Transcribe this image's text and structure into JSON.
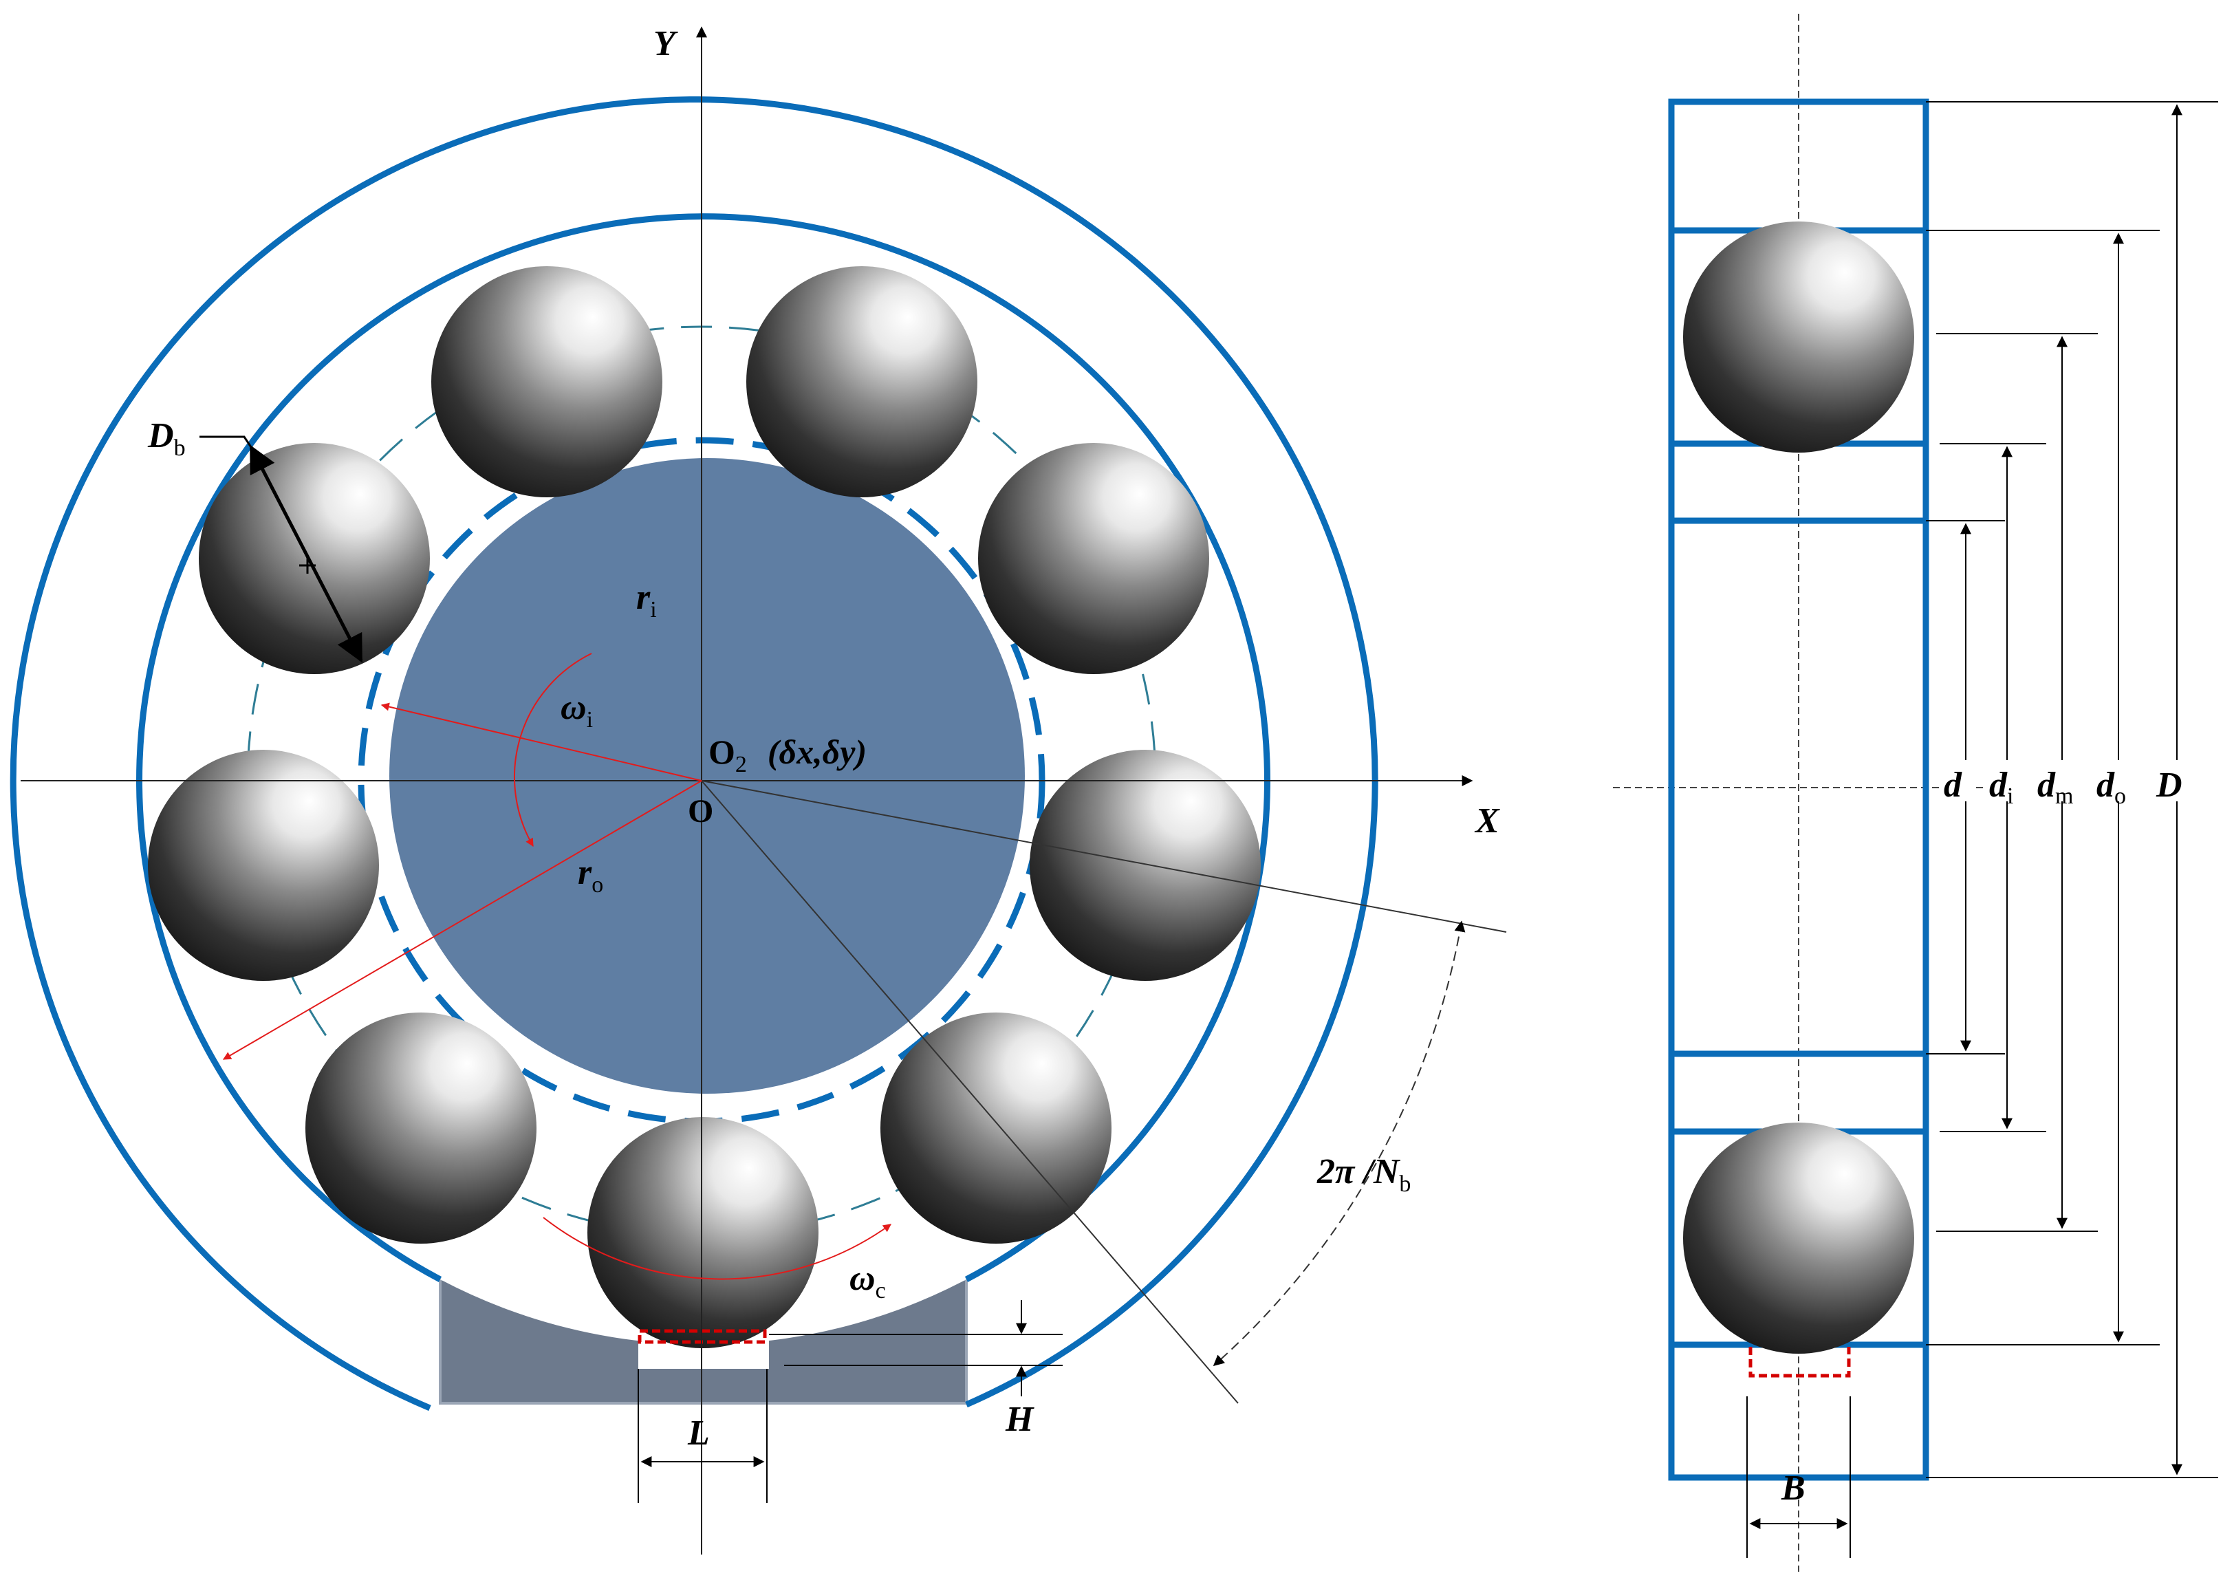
{
  "axes": {
    "x_label": "X",
    "y_label": "Y",
    "origin_label": "O"
  },
  "front_view": {
    "labels": {
      "ball_diameter": {
        "main": "D",
        "sub": "b"
      },
      "inner_radius": {
        "main": "r",
        "sub": "i"
      },
      "outer_radius": {
        "main": "r",
        "sub": "o"
      },
      "inner_speed": {
        "main": "ω",
        "sub": "i"
      },
      "cage_speed": {
        "main": "ω",
        "sub": "c"
      },
      "center_offset": {
        "main": "O",
        "sub": "2",
        "coords": "(δx,δy)"
      },
      "ball_spacing": {
        "main": "2π /N",
        "sub": "b"
      },
      "defect_length": "L",
      "defect_depth": "H"
    },
    "ball_count": 9
  },
  "side_view": {
    "labels": {
      "bore": {
        "main": "d",
        "sub": ""
      },
      "inner_race": {
        "main": "d",
        "sub": "i"
      },
      "pitch": {
        "main": "d",
        "sub": "m"
      },
      "outer_race": {
        "main": "d",
        "sub": "o"
      },
      "outer_diameter": {
        "main": "D",
        "sub": ""
      },
      "width": "B"
    }
  },
  "colors": {
    "ring_blue": "#0a6cb8",
    "shaft_fill": "#5f7ea3",
    "housing_fill": "#6d7a8d",
    "arrow_red": "#e31b1b",
    "pitch_dash": "#2e7d95"
  }
}
